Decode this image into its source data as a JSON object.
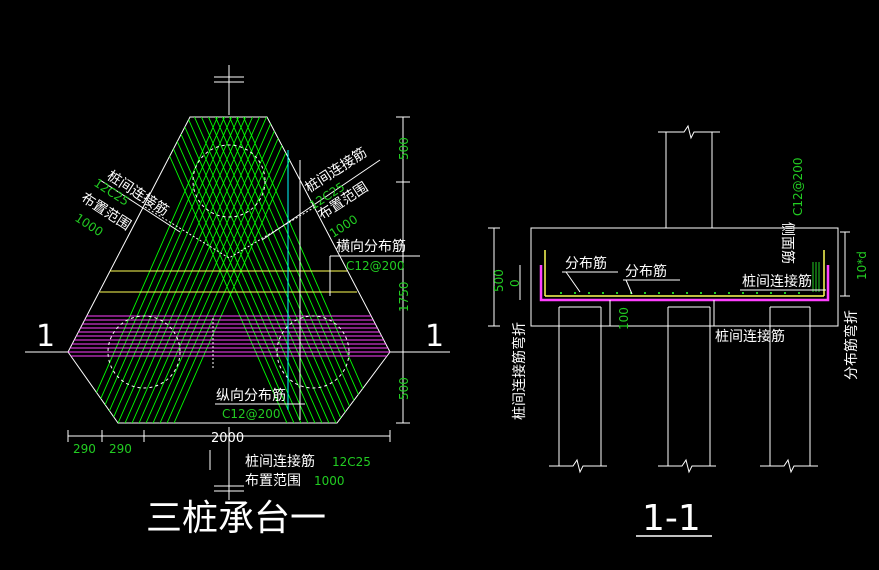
{
  "colors": {
    "background": "#000000",
    "white": "#ffffff",
    "green": "#00ff00",
    "yellow": "#ffff55",
    "magenta": "#ff40ff",
    "cyan": "#00ffff",
    "greenText": "#22cc22"
  },
  "plan": {
    "section_marker_left": "1",
    "section_marker_right": "1",
    "label_inter_pile_left": "桩间连接筋",
    "rebar_inter_pile_left": "12C25",
    "label_range_left": "布置范围",
    "value_range_left": "1000",
    "label_inter_pile_right": "桩间连接筋",
    "rebar_inter_pile_right": "12C25",
    "label_range_right": "布置范围",
    "value_range_right": "1000",
    "label_transverse_dist": "横向分布筋",
    "rebar_transverse_dist": "C12@200",
    "label_longitudinal_dist": "纵向分布筋",
    "rebar_longitudinal_dist": "C12@200",
    "label_inter_pile_bottom": "桩间连接筋",
    "rebar_inter_pile_bottom": "12C25",
    "label_range_bottom": "布置范围",
    "value_range_bottom": "1000",
    "dim_top": "500",
    "dim_middle": "1750",
    "dim_bottom": "500",
    "dim_total_width": "2000",
    "dim_left_1": "290",
    "dim_left_2": "290",
    "title": "三桩承台一"
  },
  "section": {
    "label_dist_1": "分布筋",
    "label_dist_2": "分布筋",
    "label_inter_pile": "桩间连接筋",
    "label_inter_pile_below": "桩间连接筋",
    "label_side_face": "侧面筋",
    "rebar_side_face": "C12@200",
    "label_inter_pile_bend": "桩间连接筋弯折",
    "label_dist_bend": "分布筋弯折",
    "dim_bend": "10*d",
    "dim_height": "500",
    "dim_zero": "0",
    "dim_100": "100",
    "title": "1-1"
  }
}
